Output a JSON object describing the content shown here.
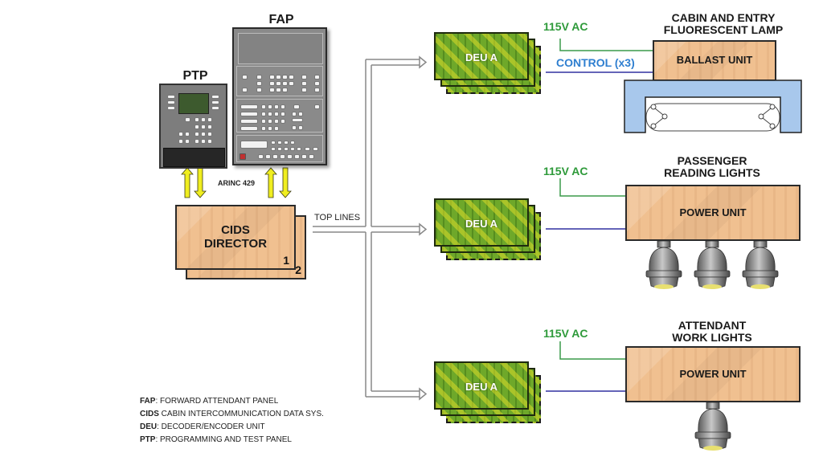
{
  "devices": {
    "fap": {
      "title": "FAP"
    },
    "ptp": {
      "title": "PTP"
    },
    "arinc_label": "ARINC 429",
    "cids": {
      "line1": "CIDS",
      "line2": "DIRECTOR",
      "card1": "1",
      "card2": "2"
    },
    "top_lines_label": "TOP LINES"
  },
  "deus": [
    {
      "label": "DEU A"
    },
    {
      "label": "DEU A"
    },
    {
      "label": "DEU A"
    }
  ],
  "loads": [
    {
      "title_line1": "CABIN AND ENTRY",
      "title_line2": "FLUORESCENT LAMP",
      "power_label": "115V AC",
      "control_label": "CONTROL (x3)",
      "unit_label": "BALLAST UNIT"
    },
    {
      "title_line1": "PASSENGER",
      "title_line2": "READING LIGHTS",
      "power_label": "115V AC",
      "unit_label": "POWER UNIT",
      "lamp_count": 3
    },
    {
      "title_line1": "ATTENDANT",
      "title_line2": "WORK LIGHTS",
      "power_label": "115V AC",
      "unit_label": "POWER UNIT",
      "lamp_count": 1
    }
  ],
  "legend": [
    {
      "abbr": "FAP",
      "sep": ":",
      "text": " FORWARD ATTENDANT PANEL"
    },
    {
      "abbr": "CIDS",
      "sep": "",
      "text": " CABIN INTERCOMMUNICATION DATA SYS."
    },
    {
      "abbr": "DEU",
      "sep": ":",
      "text": " DECODER/ENCODER UNIT"
    },
    {
      "abbr": "PTP",
      "sep": ":",
      "text": " PROGRAMMING AND TEST PANEL"
    }
  ],
  "colors": {
    "power_line": "#3a9a4a",
    "control_line": "#3030a0",
    "arrow_yellow": "#f0ee20",
    "pcb_tan": "#f0c090",
    "pcb_green": "#6ea82a",
    "lamp_housing": "#a8c8ec"
  }
}
